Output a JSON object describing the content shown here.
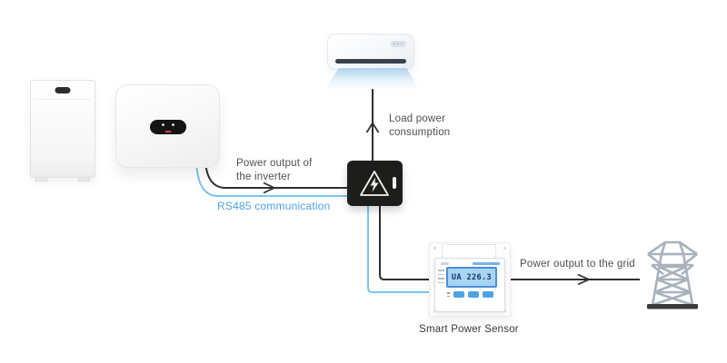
{
  "labels": {
    "power_output_inverter": {
      "line1": "Power output of",
      "line2": "the inverter"
    },
    "rs485": "RS485 communication",
    "load_power": {
      "line1": "Load power",
      "line2": "consumption"
    },
    "power_to_grid": "Power output to the grid",
    "sensor_caption": "Smart Power Sensor"
  },
  "sensor": {
    "lcd_text": "UA 226.3"
  },
  "icons": {
    "junction_box": "lightning-triangle-icon",
    "grid": "transmission-tower-icon",
    "flow_arrows": [
      "arrow-right-icon",
      "arrow-up-icon",
      "arrow-right-icon"
    ]
  },
  "colors": {
    "rs485_blue_text": "#4da3e8",
    "rs485_blue_line": "#7cc4ee",
    "power_line_black": "#2e2e2e",
    "label_gray": "#4d4f54",
    "junction_box_black": "#1d1d1b",
    "lcd_background": "#a6d4f2",
    "lcd_digits": "#17356f",
    "sensor_accent_blue": "#4fa3e4",
    "tower_gray": "#a9b2bd"
  }
}
